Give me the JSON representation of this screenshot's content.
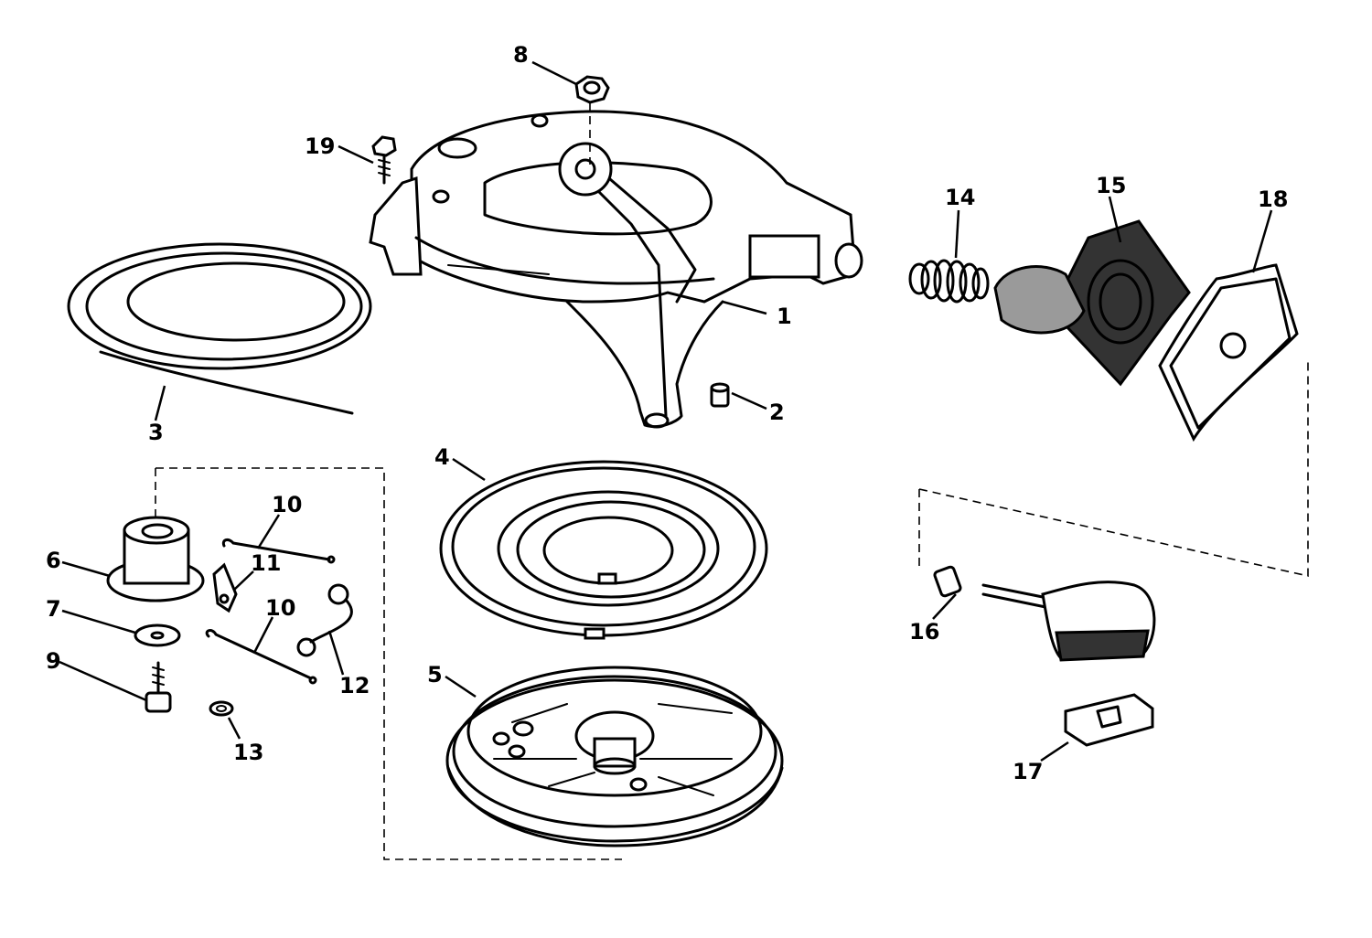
{
  "labels": {
    "l1": "1",
    "l2": "2",
    "l3": "3",
    "l4": "4",
    "l5": "5",
    "l6": "6",
    "l7": "7",
    "l8": "8",
    "l9": "9",
    "l10a": "10",
    "l10b": "10",
    "l11": "11",
    "l12": "12",
    "l13": "13",
    "l14": "14",
    "l15": "15",
    "l16": "16",
    "l17": "17",
    "l18": "18",
    "l19": "19"
  }
}
